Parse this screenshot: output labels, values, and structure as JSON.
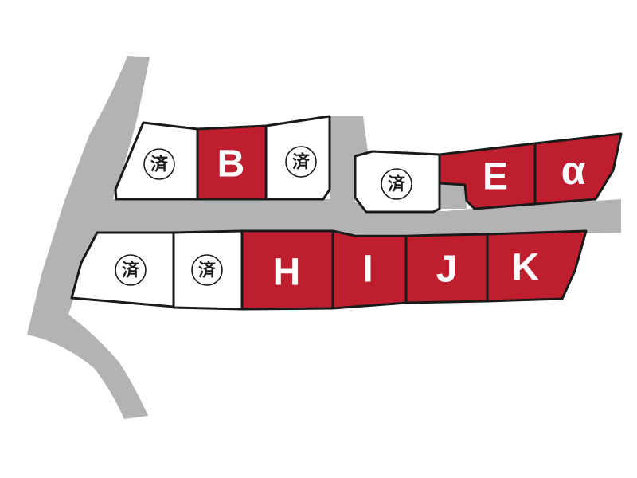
{
  "colors": {
    "available": "#be1e2d",
    "sold": "#ffffff",
    "road": "#b3b3b3",
    "outline": "#1a1a1a",
    "available_label": "#ffffff"
  },
  "sold_mark": "済",
  "lots": [
    {
      "id": "top-1",
      "status": "sold"
    },
    {
      "id": "B",
      "status": "available",
      "label": "B"
    },
    {
      "id": "top-3",
      "status": "sold"
    },
    {
      "id": "right-1",
      "status": "sold"
    },
    {
      "id": "E",
      "status": "available",
      "label": "E"
    },
    {
      "id": "alpha",
      "status": "available",
      "label": "α"
    },
    {
      "id": "bottom-1",
      "status": "sold"
    },
    {
      "id": "bottom-2",
      "status": "sold"
    },
    {
      "id": "H",
      "status": "available",
      "label": "H"
    },
    {
      "id": "I",
      "status": "available",
      "label": "I"
    },
    {
      "id": "J",
      "status": "available",
      "label": "J"
    },
    {
      "id": "K",
      "status": "available",
      "label": "K"
    }
  ]
}
